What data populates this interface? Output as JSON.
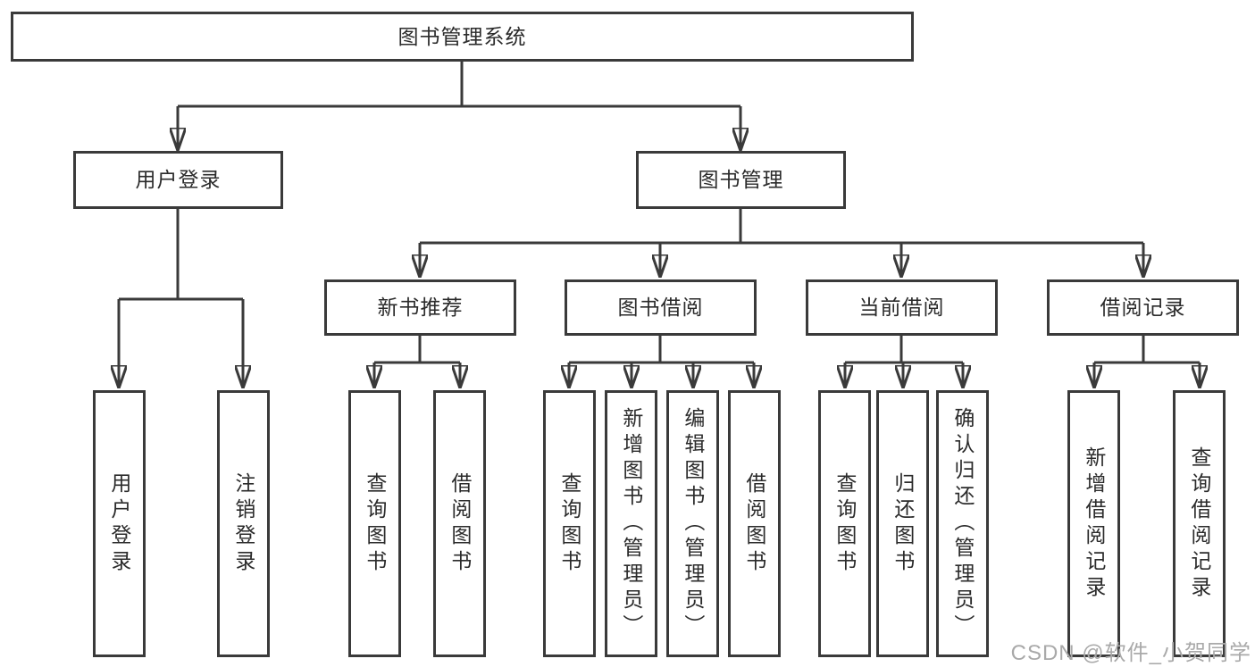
{
  "diagram": {
    "root": {
      "label": "图书管理系统"
    },
    "branches": [
      {
        "label": "用户登录",
        "children": [
          {
            "label": "用户登录"
          },
          {
            "label": "注销登录"
          }
        ]
      },
      {
        "label": "图书管理",
        "children": [
          {
            "label": "新书推荐",
            "children": [
              {
                "label": "查询图书"
              },
              {
                "label": "借阅图书"
              }
            ]
          },
          {
            "label": "图书借阅",
            "children": [
              {
                "label": "查询图书"
              },
              {
                "label": "新增图书（管理员）"
              },
              {
                "label": "编辑图书（管理员）"
              },
              {
                "label": "借阅图书"
              }
            ]
          },
          {
            "label": "当前借阅",
            "children": [
              {
                "label": "查询图书"
              },
              {
                "label": "归还图书"
              },
              {
                "label": "确认归还（管理员）"
              }
            ]
          },
          {
            "label": "借阅记录",
            "children": [
              {
                "label": "新增借阅记录"
              },
              {
                "label": "查询借阅记录"
              }
            ]
          }
        ]
      }
    ]
  },
  "watermark": {
    "text": "CSDN @软件_小贺同学"
  },
  "colors": {
    "line": "#3a3a3a",
    "text": "#2b2b2b",
    "watermark": "#a9a9a9",
    "box_bg": "#ffffff"
  }
}
